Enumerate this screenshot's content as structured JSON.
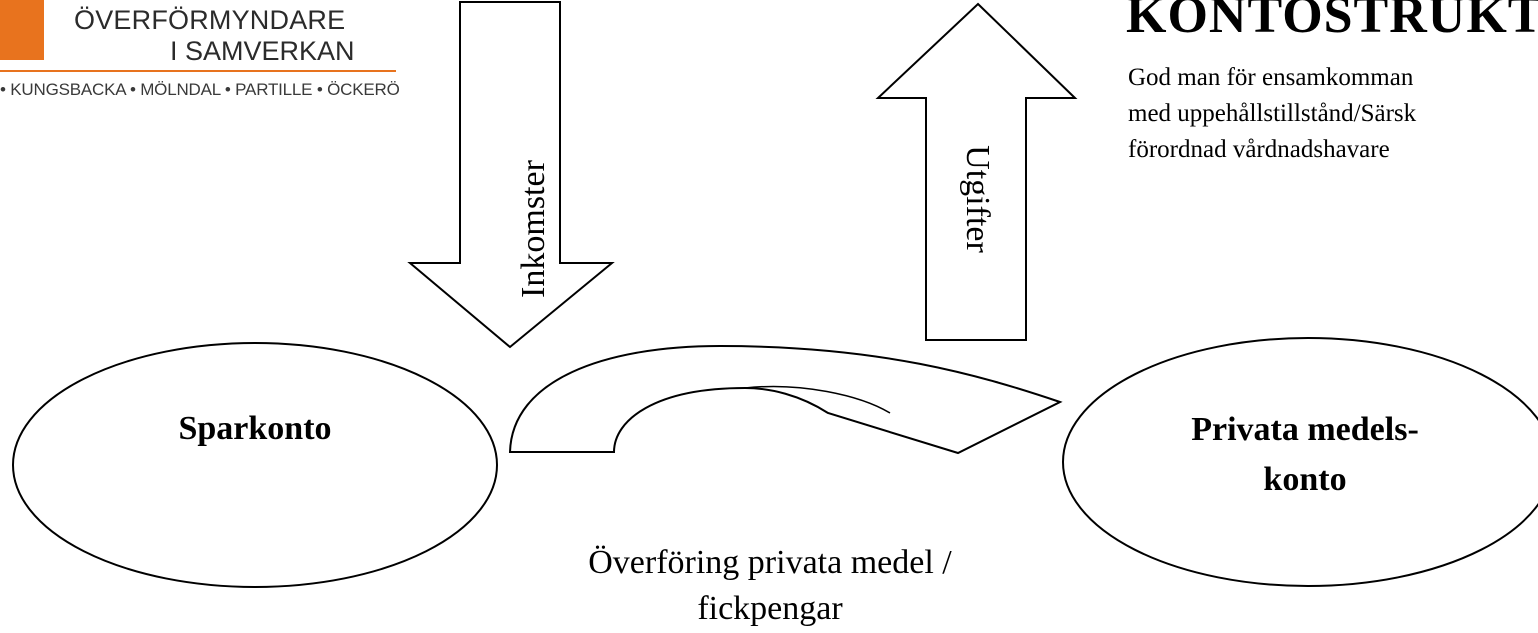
{
  "logo": {
    "line1": "ÖVERFÖRMYNDARE",
    "line2": "I SAMVERKAN",
    "line3": "• KUNGSBACKA • MÖLNDAL • PARTILLE • ÖCKERÖ",
    "accent_color": "#e8731e"
  },
  "heading": "KONTOSTRUKT",
  "description": "God man för ensamkomman\nmed uppehållstillstånd/Särsk\nförordnad vårdnadshavare",
  "nodes": {
    "sparkonto": "Sparkonto",
    "privata_medelskonto": "Privata medels-\nkonto"
  },
  "flows": {
    "inkomster": "Inkomster",
    "utgifter": "Utgifter",
    "overforing": "Överföring privata medel / fickpengar"
  }
}
